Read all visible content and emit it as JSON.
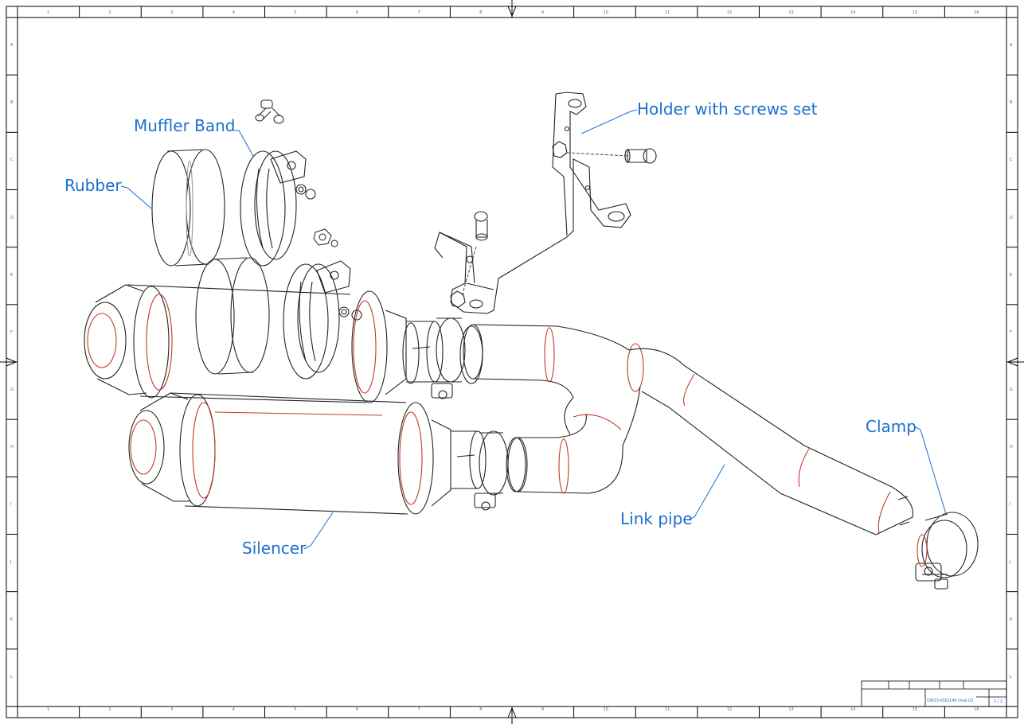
{
  "labels": {
    "muffler_band": "Muffler Band",
    "rubber": "Rubber",
    "holder": "Holder with screws set",
    "clamp": "Clamp",
    "link_pipe": "Link pipe",
    "silencer": "Silencer"
  },
  "title_block": {
    "drawing_no": "DW15-KDD146 Oval 02",
    "sheet": "2 / 2"
  },
  "ruler_top": [
    "1",
    "2",
    "3",
    "4",
    "5",
    "6",
    "7",
    "8",
    "9",
    "10",
    "11",
    "12",
    "13",
    "14",
    "15",
    "16"
  ],
  "ruler_side": [
    "A",
    "B",
    "C",
    "D",
    "E",
    "F",
    "G",
    "H",
    "I",
    "J",
    "K",
    "L"
  ],
  "colors": {
    "callout": "#1a6fd0",
    "line": "#222222",
    "seam": "#c0392b",
    "frame": "#000000"
  }
}
